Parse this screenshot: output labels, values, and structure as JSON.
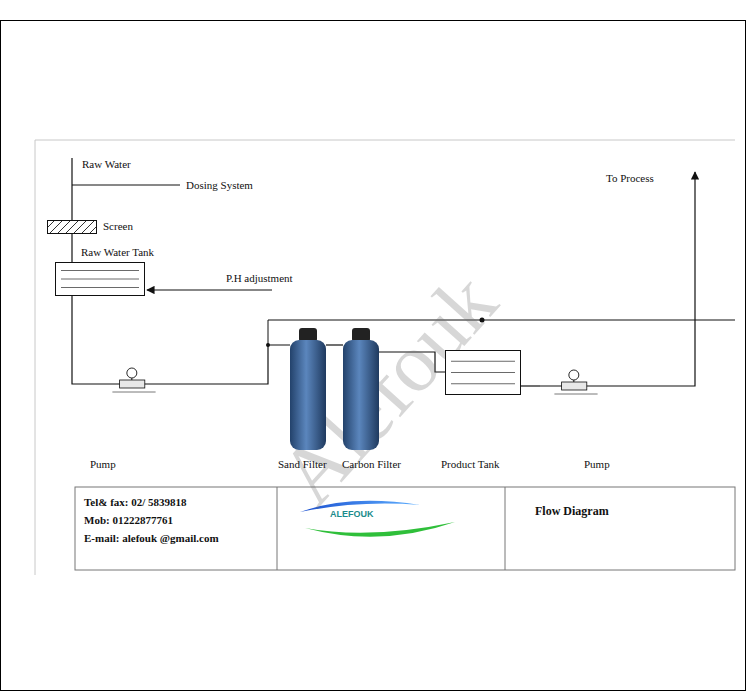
{
  "diagram": {
    "nodes": [
      {
        "text": [
          "Screen"
        ]
      },
      {
        "text": [
          "Raw Water Tank"
        ]
      },
      {
        "text": [
          "Pump"
        ]
      },
      {
        "text": [
          "Sand Filter"
        ]
      },
      {
        "text": [
          "Carbon Filter"
        ]
      },
      {
        "text": [
          "Product Tank"
        ]
      },
      {
        "text": [
          "Pump"
        ]
      }
    ],
    "edges": [
      {
        "from": 0,
        "to": 1,
        "arrow": "none"
      },
      {
        "from": 1,
        "to": 2,
        "arrow": "none"
      },
      {
        "from": 2,
        "to": 3,
        "arrow": "none"
      },
      {
        "from": 3,
        "to": 4,
        "arrow": "none"
      },
      {
        "from": 4,
        "to": 5,
        "arrow": "none"
      },
      {
        "from": 5,
        "to": 6,
        "arrow": "none"
      }
    ],
    "labels": [
      "Raw Water",
      "Dosing System",
      "P.H adjustment",
      "To Process",
      "Tel& fax: 02/ 5839818",
      "Mob: 01222877761",
      "E-mail: alefouk @gmail.com",
      "ALEFOUK",
      "Flow Diagram",
      "Alefouk"
    ]
  }
}
